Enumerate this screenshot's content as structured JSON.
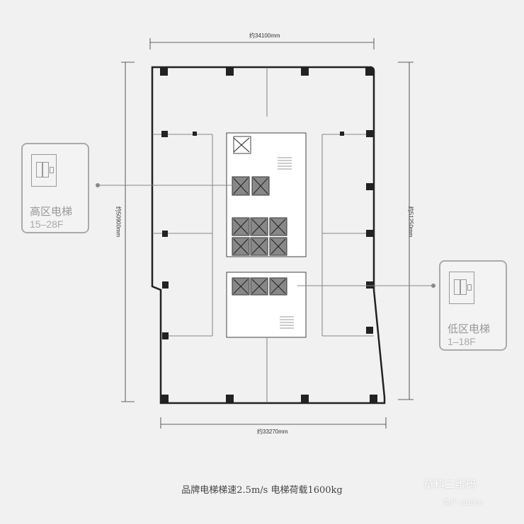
{
  "dimensions": {
    "top": "约34100mm",
    "bottom": "约33270mm",
    "left": "约50900mm",
    "right": "约51250mm"
  },
  "callouts": [
    {
      "title": "高区电梯",
      "floors": "15–28F"
    },
    {
      "title": "低区电梯",
      "floors": "1–18F"
    }
  ],
  "caption": "品牌电梯梯速2.5m/s 电梯荷载1600kg",
  "watermark": {
    "brand": "草料二维码",
    "user": "用户 a0100n"
  }
}
